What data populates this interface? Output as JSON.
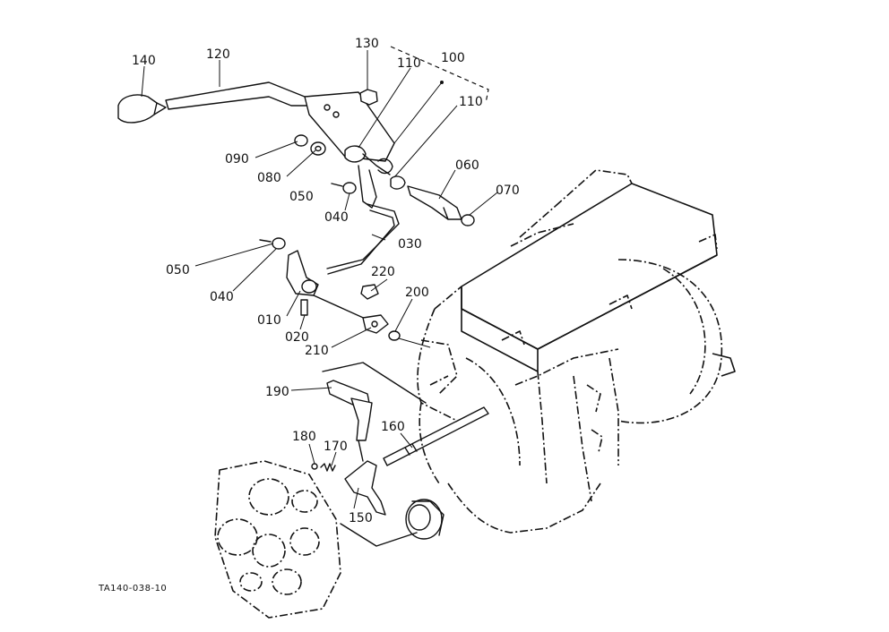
{
  "diagram": {
    "drawing_code": "TA140-038-10",
    "labels": {
      "p010": "010",
      "p020": "020",
      "p030": "030",
      "p040a": "040",
      "p040b": "040",
      "p050a": "050",
      "p050b": "050",
      "p060": "060",
      "p070": "070",
      "p080": "080",
      "p090": "090",
      "p100": "100",
      "p110a": "110",
      "p110b": "110",
      "p120": "120",
      "p130": "130",
      "p140": "140",
      "p150": "150",
      "p160": "160",
      "p170": "170",
      "p180": "180",
      "p190": "190",
      "p200": "200",
      "p210": "210",
      "p220": "220"
    }
  }
}
